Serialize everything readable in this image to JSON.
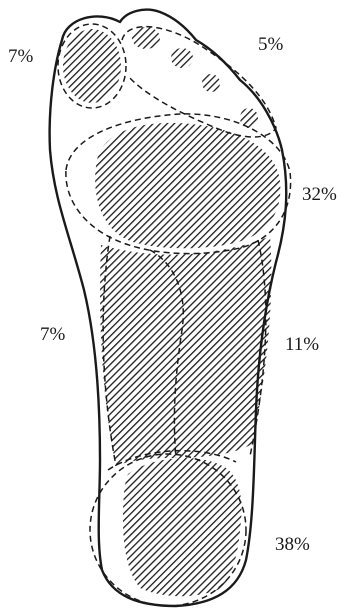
{
  "regions": [
    {
      "id": "big-toe",
      "label": "7%"
    },
    {
      "id": "lesser-toes",
      "label": "5%"
    },
    {
      "id": "forefoot",
      "label": "32%"
    },
    {
      "id": "medial-midfoot",
      "label": "7%"
    },
    {
      "id": "lateral-midfoot",
      "label": "11%"
    },
    {
      "id": "heel",
      "label": "38%"
    }
  ],
  "colors": {
    "ink": "#1a1a1a",
    "hatch": "#1a1a1a",
    "background": "#ffffff"
  }
}
